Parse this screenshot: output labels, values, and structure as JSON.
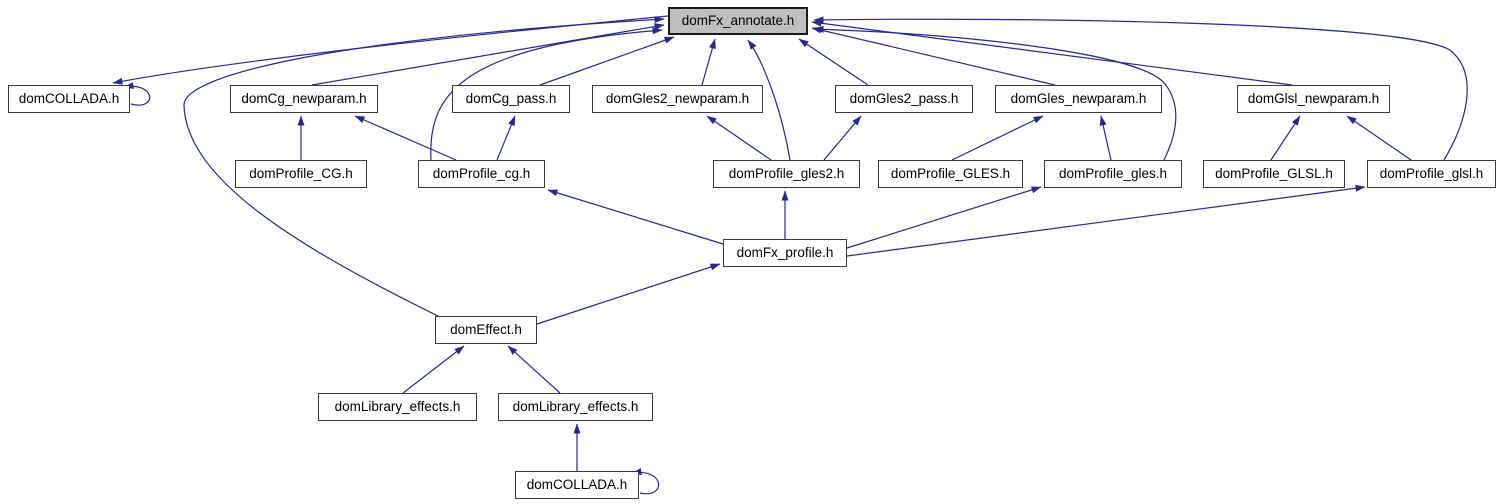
{
  "diagram": {
    "type": "include-dependency-graph",
    "root_file": "domFx_annotate.h",
    "colors": {
      "edge": "#28288c",
      "node_border": "#3a3a3a",
      "root_fill": "#bfbfbf",
      "background": "#ffffff"
    },
    "nodes": [
      {
        "id": "root",
        "label": "domFx_annotate.h",
        "highlighted": true
      },
      {
        "id": "collada_top",
        "label": "domCOLLADA.h",
        "highlighted": false
      },
      {
        "id": "cg_newparam",
        "label": "domCg_newparam.h",
        "highlighted": false
      },
      {
        "id": "cg_pass",
        "label": "domCg_pass.h",
        "highlighted": false
      },
      {
        "id": "gles2_newparam",
        "label": "domGles2_newparam.h",
        "highlighted": false
      },
      {
        "id": "gles2_pass",
        "label": "domGles2_pass.h",
        "highlighted": false
      },
      {
        "id": "gles_newparam",
        "label": "domGles_newparam.h",
        "highlighted": false
      },
      {
        "id": "glsl_newparam",
        "label": "domGlsl_newparam.h",
        "highlighted": false
      },
      {
        "id": "profile_CG",
        "label": "domProfile_CG.h",
        "highlighted": false
      },
      {
        "id": "profile_cg",
        "label": "domProfile_cg.h",
        "highlighted": false
      },
      {
        "id": "profile_gles2",
        "label": "domProfile_gles2.h",
        "highlighted": false
      },
      {
        "id": "profile_GLES",
        "label": "domProfile_GLES.h",
        "highlighted": false
      },
      {
        "id": "profile_gles",
        "label": "domProfile_gles.h",
        "highlighted": false
      },
      {
        "id": "profile_GLSL",
        "label": "domProfile_GLSL.h",
        "highlighted": false
      },
      {
        "id": "profile_glsl",
        "label": "domProfile_glsl.h",
        "highlighted": false
      },
      {
        "id": "fx_profile",
        "label": "domFx_profile.h",
        "highlighted": false
      },
      {
        "id": "effect",
        "label": "domEffect.h",
        "highlighted": false
      },
      {
        "id": "lib_effects_l",
        "label": "domLibrary_effects.h",
        "highlighted": false
      },
      {
        "id": "lib_effects_r",
        "label": "domLibrary_effects.h",
        "highlighted": false
      },
      {
        "id": "collada_bottom",
        "label": "domCOLLADA.h",
        "highlighted": false
      }
    ],
    "edges": [
      {
        "from": "domCg_newparam.h",
        "to": "domFx_annotate.h"
      },
      {
        "from": "domCg_pass.h",
        "to": "domFx_annotate.h"
      },
      {
        "from": "domGles2_newparam.h",
        "to": "domFx_annotate.h"
      },
      {
        "from": "domGles2_pass.h",
        "to": "domFx_annotate.h"
      },
      {
        "from": "domGles_newparam.h",
        "to": "domFx_annotate.h"
      },
      {
        "from": "domGlsl_newparam.h",
        "to": "domFx_annotate.h"
      },
      {
        "from": "domProfile_cg.h",
        "to": "domFx_annotate.h"
      },
      {
        "from": "domProfile_gles2.h",
        "to": "domFx_annotate.h"
      },
      {
        "from": "domProfile_gles.h",
        "to": "domFx_annotate.h"
      },
      {
        "from": "domProfile_glsl.h",
        "to": "domFx_annotate.h"
      },
      {
        "from": "domEffect.h",
        "to": "domFx_annotate.h"
      },
      {
        "from": "domFx_annotate.h",
        "to": "domCOLLADA.h (top)"
      },
      {
        "from": "domCOLLADA.h (top)",
        "to": "domCOLLADA.h (top)"
      },
      {
        "from": "domProfile_CG.h",
        "to": "domCg_newparam.h"
      },
      {
        "from": "domProfile_cg.h",
        "to": "domCg_newparam.h"
      },
      {
        "from": "domProfile_cg.h",
        "to": "domCg_pass.h"
      },
      {
        "from": "domProfile_gles2.h",
        "to": "domGles2_newparam.h"
      },
      {
        "from": "domProfile_gles2.h",
        "to": "domGles2_pass.h"
      },
      {
        "from": "domProfile_GLES.h",
        "to": "domGles_newparam.h"
      },
      {
        "from": "domProfile_gles.h",
        "to": "domGles_newparam.h"
      },
      {
        "from": "domProfile_GLSL.h",
        "to": "domGlsl_newparam.h"
      },
      {
        "from": "domProfile_glsl.h",
        "to": "domGlsl_newparam.h"
      },
      {
        "from": "domFx_profile.h",
        "to": "domProfile_cg.h"
      },
      {
        "from": "domFx_profile.h",
        "to": "domProfile_gles2.h"
      },
      {
        "from": "domFx_profile.h",
        "to": "domProfile_gles.h"
      },
      {
        "from": "domFx_profile.h",
        "to": "domProfile_glsl.h"
      },
      {
        "from": "domEffect.h",
        "to": "domFx_profile.h"
      },
      {
        "from": "domLibrary_effects.h (left)",
        "to": "domEffect.h"
      },
      {
        "from": "domLibrary_effects.h (right)",
        "to": "domEffect.h"
      },
      {
        "from": "domCOLLADA.h (bottom)",
        "to": "domLibrary_effects.h (right)"
      },
      {
        "from": "domCOLLADA.h (bottom)",
        "to": "domCOLLADA.h (bottom)"
      }
    ]
  }
}
